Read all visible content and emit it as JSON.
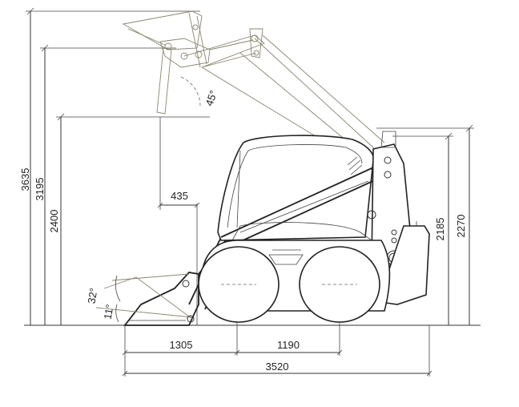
{
  "dimensions": {
    "total_height_raised": "3635",
    "pin_height_raised": "3195",
    "dump_height": "2400",
    "dump_reach": "435",
    "cab_height": "2185",
    "overall_height": "2270",
    "front_overhang": "1305",
    "wheelbase": "1190",
    "overall_length": "3520"
  },
  "angles": {
    "dump_angle": "45°",
    "rollback_angle": "32°",
    "ground_angle": "11°"
  }
}
